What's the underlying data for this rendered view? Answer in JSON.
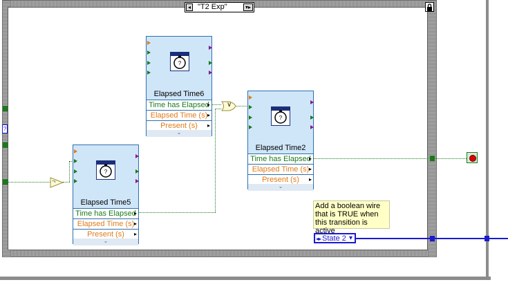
{
  "case_selector": {
    "label": "\"T2 Exp\"",
    "left_arrow": "◂",
    "right_arrow": "▾▸"
  },
  "blocks": [
    {
      "title": "Elapsed Time6",
      "rows": [
        "Time has Elapsed",
        "Elapsed Time (s)",
        "Present (s)"
      ]
    },
    {
      "title": "Elapsed Time2",
      "rows": [
        "Time has Elapsed",
        "Elapsed Time (s)",
        "Present (s)"
      ]
    },
    {
      "title": "Elapsed Time5",
      "rows": [
        "Time has Elapsed",
        "Elapsed Time (s)",
        "Present (s)"
      ]
    }
  ],
  "or_gate": {
    "symbol": "∨"
  },
  "not_gate": {
    "symbol": "¬"
  },
  "comment": {
    "text": "Add a boolean wire that is TRUE when this transition is active"
  },
  "state_ring": {
    "value": "State 2",
    "arrows": "◂▸",
    "dropdown": "▾"
  },
  "icons": {
    "timer": "stopwatch-icon",
    "lock": "lock-icon",
    "stop": "stop-button-icon"
  },
  "colors": {
    "boolean_wire": "#1a7a1a",
    "enum_wire": "#1a1ad0",
    "express_vi_bg": "#cfe6f8",
    "orange_label": "#e07b19"
  }
}
